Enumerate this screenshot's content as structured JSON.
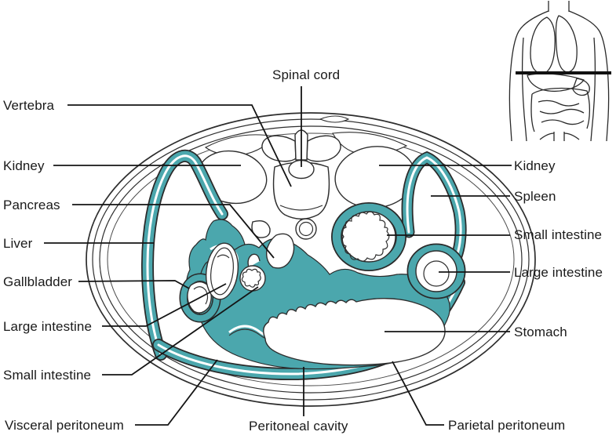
{
  "figure": {
    "type": "anatomical-cross-section-diagram",
    "subject": "Transverse section of the abdomen showing the peritoneum",
    "inset_icon": "torso-section-plane-indicator",
    "colors": {
      "peritoneum_teal": "#4BA7AD",
      "outline": "#2e2e2e",
      "label_text": "#1a1a1a",
      "background": "#ffffff"
    }
  },
  "labels": {
    "spinal_cord": "Spinal cord",
    "vertebra": "Vertebra",
    "kidney_left": "Kidney",
    "pancreas": "Pancreas",
    "liver": "Liver",
    "gallbladder": "Gallbladder",
    "large_intestine_left": "Large intestine",
    "small_intestine_left": "Small intestine",
    "visceral_peritoneum": "Visceral peritoneum",
    "peritoneal_cavity": "Peritoneal cavity",
    "parietal_peritoneum": "Parietal peritoneum",
    "kidney_right": "Kidney",
    "spleen": "Spleen",
    "small_intestine_right": "Small intestine",
    "large_intestine_right": "Large intestine",
    "stomach": "Stomach"
  }
}
